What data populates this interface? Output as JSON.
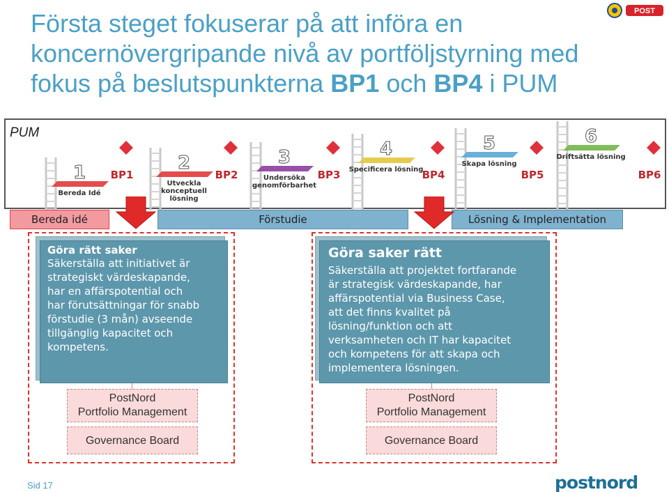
{
  "title": {
    "line1": "Första steget fokuserar på att införa en",
    "line2": "koncernövergripande nivå av portföljstyrning med",
    "line3_pre": "fokus på beslutspunkterna ",
    "bp1": "BP1",
    "line3_mid": " och ",
    "bp4": "BP4",
    "line3_post": " i PUM"
  },
  "top_logo": {
    "text": "POST"
  },
  "pum": {
    "label": "PUM",
    "steps": [
      {
        "number": "1",
        "label_lines": [
          "Bereda Idé"
        ],
        "color": "#e03a3a"
      },
      {
        "number": "2",
        "label_lines": [
          "Utveckla",
          "konceptuell",
          "lösning"
        ],
        "color": "#e03a3a"
      },
      {
        "number": "3",
        "label_lines": [
          "Undersöka",
          "genomförbarhet"
        ],
        "color": "#8b3d9e"
      },
      {
        "number": "4",
        "label_lines": [
          "Specificera lösning"
        ],
        "color": "#e3c63a"
      },
      {
        "number": "5",
        "label_lines": [
          "Skapa lösning"
        ],
        "color": "#5aa7d8"
      },
      {
        "number": "6",
        "label_lines": [
          "Driftsätta lösning"
        ],
        "color": "#73b54a"
      }
    ],
    "bps": [
      "BP1",
      "BP2",
      "BP3",
      "BP4",
      "BP5",
      "BP6"
    ]
  },
  "phases": {
    "bereda": "Bereda idé",
    "forstudie": "Förstudie",
    "losning": "Lösning & Implementation"
  },
  "left_card": {
    "heading": "Göra rätt saker",
    "body_lines": [
      "Säkerställa att initiativet är",
      "strategiskt värdeskapande,",
      "har en affärspotential och",
      "har förutsättningar för snabb",
      "förstudie (3 mån) avseende",
      "tillgänglig kapacitet och",
      "kompetens."
    ]
  },
  "right_card": {
    "heading": "Göra saker rätt",
    "body_lines": [
      "Säkerställa att projektet fortfarande",
      "är strategisk värdeskapande, har",
      "affärspotential via Business Case,",
      "att det finns kvalitet på",
      "lösning/funktion och att",
      "verksamheten och IT har kapacitet",
      "och kompetens för att skapa och",
      "implementera lösningen."
    ]
  },
  "boxes": {
    "portfolio_line1": "PostNord",
    "portfolio_line2": "Portfolio Management",
    "governance": "Governance Board"
  },
  "footer": {
    "page": "Sid 17",
    "logo": "postnord"
  },
  "colors": {
    "title": "#4aa0c6",
    "teal_card": "#5d97ab",
    "diamond": "#e0303a",
    "phase_blue": "#7fb2cf",
    "phase_red": "#f29aa0"
  }
}
